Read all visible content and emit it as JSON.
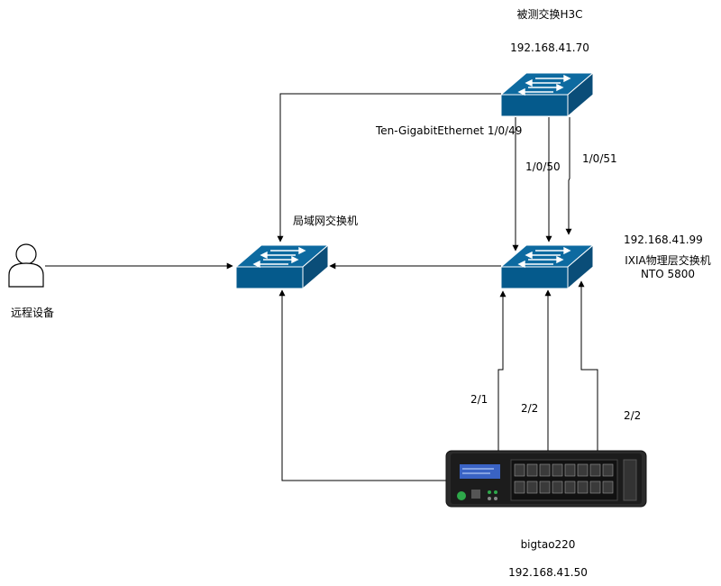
{
  "nodes": {
    "switch_h3c": {
      "name": "被测交换H3C",
      "ip": "192.168.41.70",
      "port_label": "Ten-GigabitEthernet 1/0/49"
    },
    "lan_switch": {
      "name": "局域网交换机"
    },
    "ixia_nto": {
      "ip": "192.168.41.99",
      "name_line1": "IXIA物理层交换机",
      "name_line2": "NTO 5800"
    },
    "remote_device": {
      "name": "远程设备"
    },
    "bigtao": {
      "name": "bigtao220",
      "ip": "192.168.41.50"
    }
  },
  "link_labels": {
    "h3c_port_50": "1/0/50",
    "h3c_port_51": "1/0/51",
    "bigtao_port_2_1": "2/1",
    "bigtao_port_2_2_mid": "2/2",
    "bigtao_port_2_2_right": "2/2"
  },
  "colors": {
    "switch_top": "#0d6aa0",
    "switch_front": "#055a8c",
    "switch_side": "#0a4d78",
    "arrows": "#ffffff",
    "lines": "#000000",
    "device_body": "#2b2b2b",
    "device_screen": "#3a63c4",
    "device_accent": "#2ea84a"
  },
  "icons": {
    "switch": "network-switch-icon",
    "person": "user-icon",
    "appliance": "packet-broker-appliance-icon"
  }
}
